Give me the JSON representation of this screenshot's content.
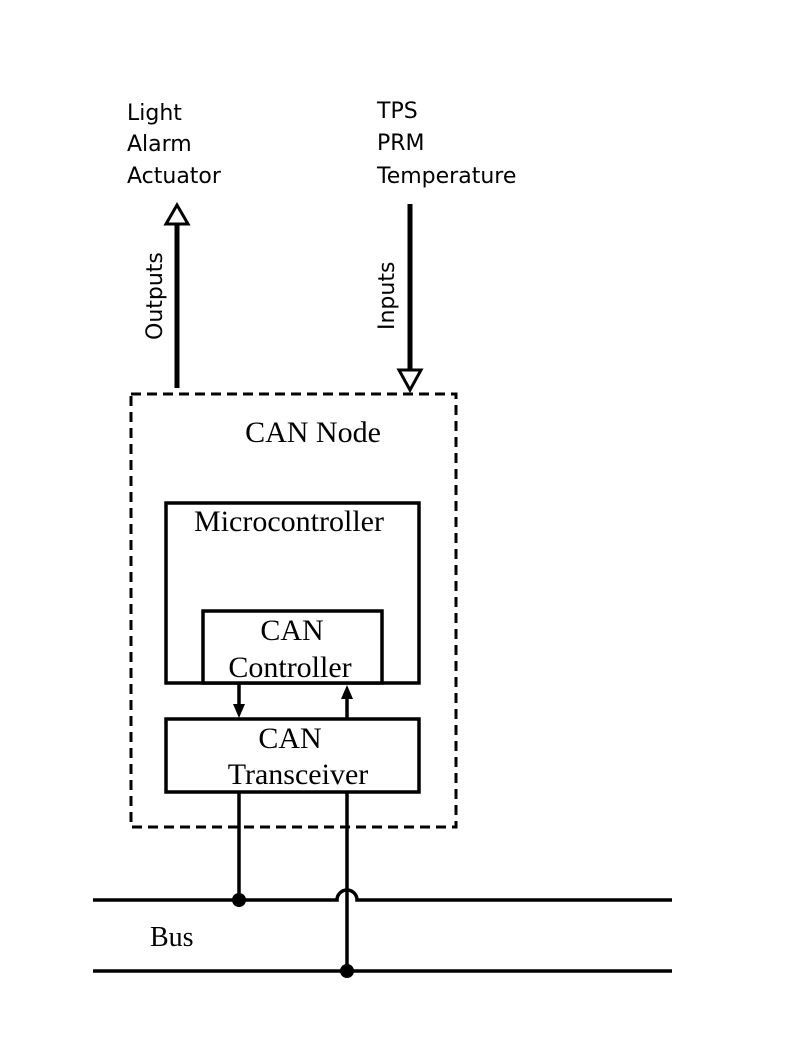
{
  "outputs": {
    "items": [
      "Light",
      "Alarm",
      "Actuator"
    ],
    "arrow_label": "Outputs"
  },
  "inputs": {
    "items": [
      "TPS",
      "PRM",
      "Temperature"
    ],
    "arrow_label": "Inputs"
  },
  "can_node": {
    "title": "CAN Node",
    "microcontroller": "Microcontroller",
    "can_controller": [
      "CAN",
      "Controller"
    ],
    "can_transceiver": [
      "CAN",
      "Transceiver"
    ]
  },
  "bus": {
    "label": "Bus"
  }
}
